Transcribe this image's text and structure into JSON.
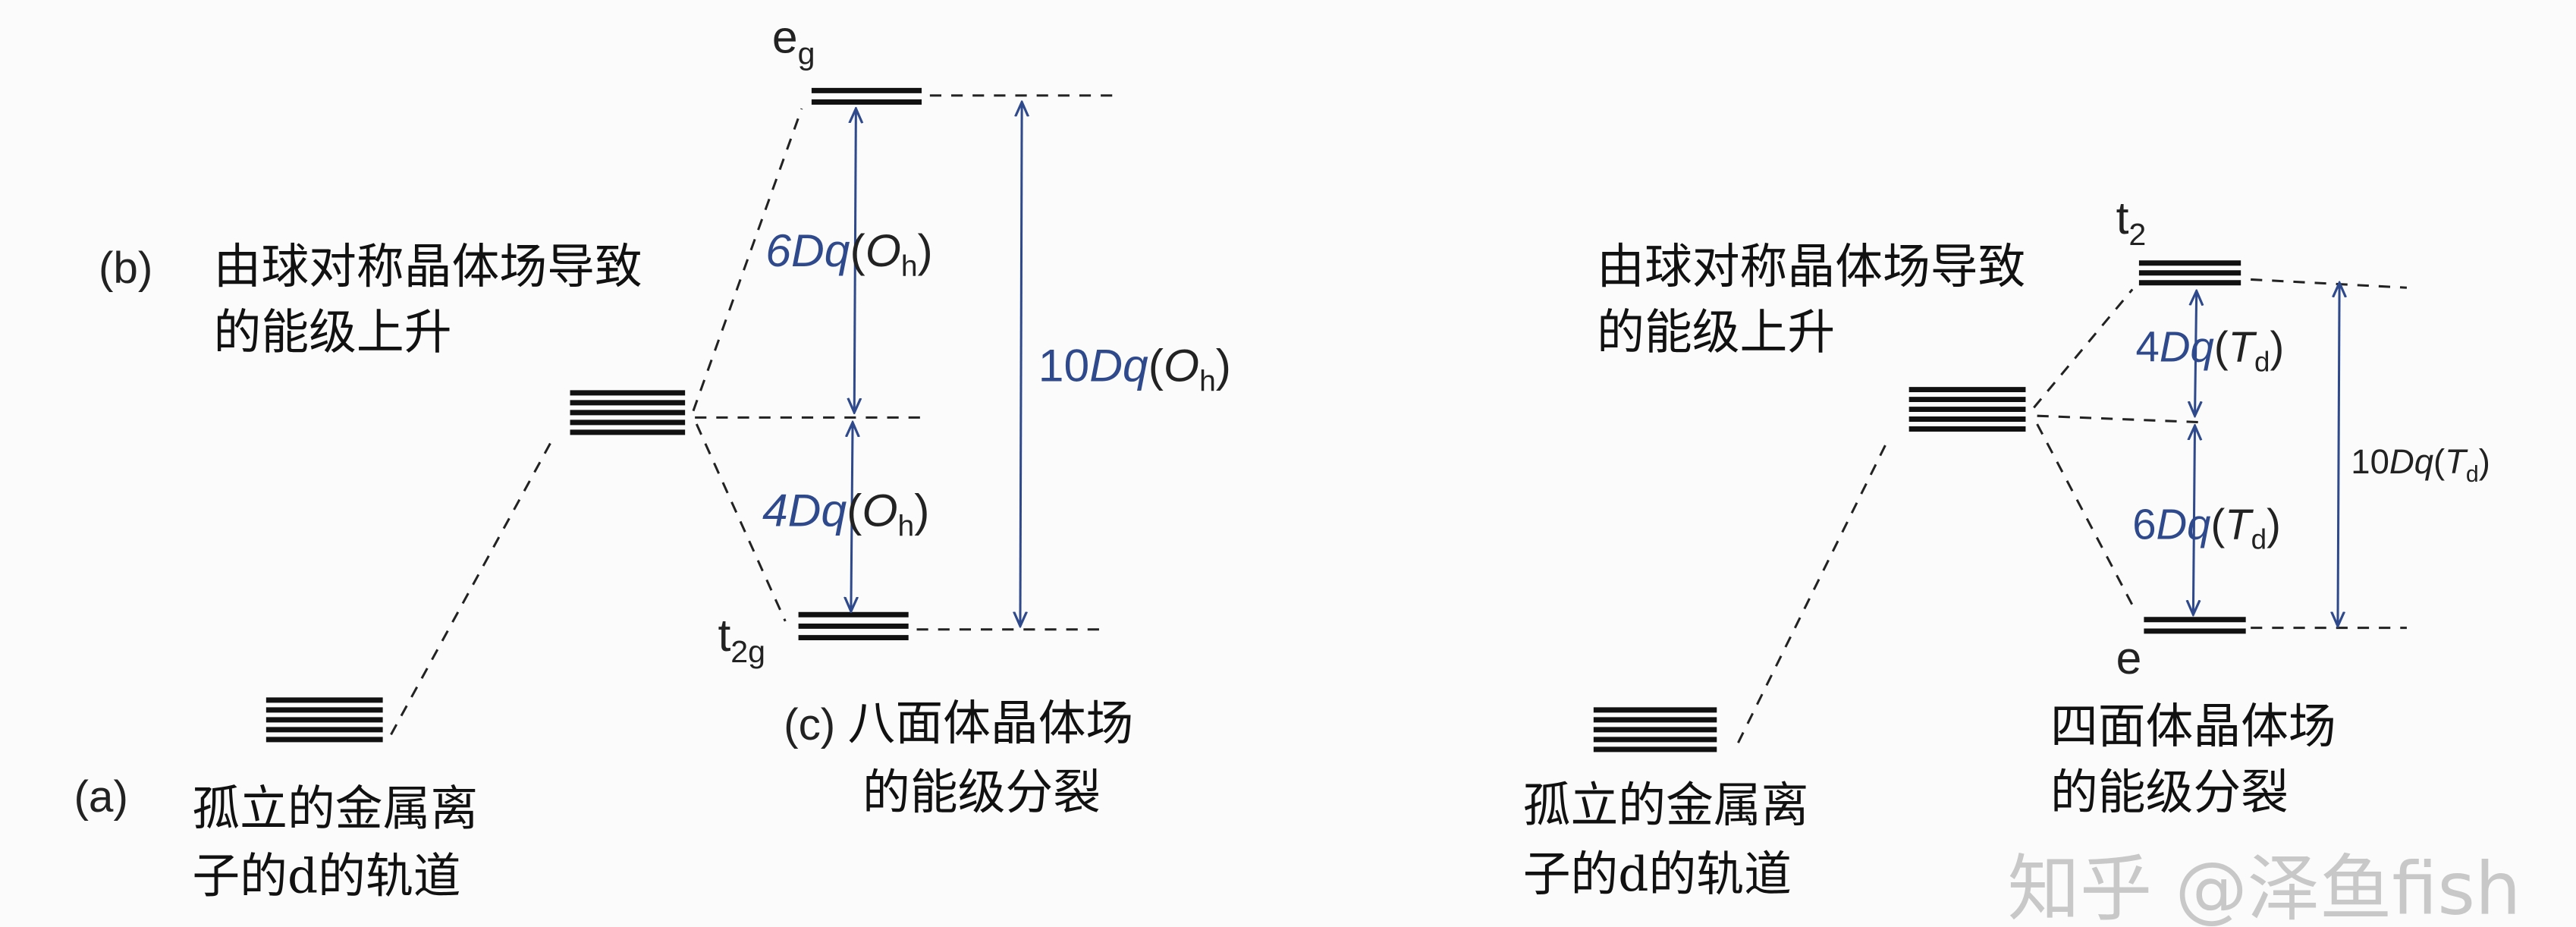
{
  "left": {
    "label_b": "(b)",
    "spherical_text": [
      "由球对称晶体场导致",
      "的能级上升"
    ],
    "label_a": "(a)",
    "isolated_text": [
      "孤立的金属离",
      "子的d的轨道"
    ],
    "label_c": "(c)",
    "split_text": [
      "八面体晶体场",
      "的能级分裂"
    ],
    "upper_level": {
      "main": "e",
      "sub": "g",
      "degeneracy": 2
    },
    "lower_level": {
      "main": "t",
      "sub": "2g",
      "degeneracy": 3
    },
    "gap_upper": {
      "num": "6",
      "dq": "Dq",
      "open": "(",
      "sym": "O",
      "symsub": "h",
      "close": ")"
    },
    "gap_lower": {
      "num": "4",
      "dq": "Dq",
      "open": "(",
      "sym": "O",
      "symsub": "h",
      "close": ")"
    },
    "gap_total": {
      "num": "10",
      "dq": "Dq",
      "open": "(",
      "sym": "O",
      "symsub": "h",
      "close": ")"
    }
  },
  "right": {
    "spherical_text": [
      "由球对称晶体场导致",
      "的能级上升"
    ],
    "isolated_text": [
      "孤立的金属离",
      "子的d的轨道"
    ],
    "split_text": [
      "四面体晶体场",
      "的能级分裂"
    ],
    "upper_level": {
      "main": "t",
      "sub": "2",
      "degeneracy": 3
    },
    "lower_level": {
      "main": "e",
      "sub": "",
      "degeneracy": 2
    },
    "gap_upper": {
      "num": "4",
      "dq": "Dq",
      "open": "(",
      "sym": "T",
      "symsub": "d",
      "close": ")"
    },
    "gap_lower": {
      "num": "6",
      "dq": "Dq",
      "open": "(",
      "sym": "T",
      "symsub": "d",
      "close": ")"
    },
    "gap_total": {
      "num": "10",
      "dq": "Dq",
      "open": "(",
      "sym": "T",
      "symsub": "d",
      "close": ")"
    }
  },
  "watermark": "知乎 @泽鱼fish",
  "colors": {
    "arrow": "#2f4a8c",
    "levels": "#111111"
  }
}
